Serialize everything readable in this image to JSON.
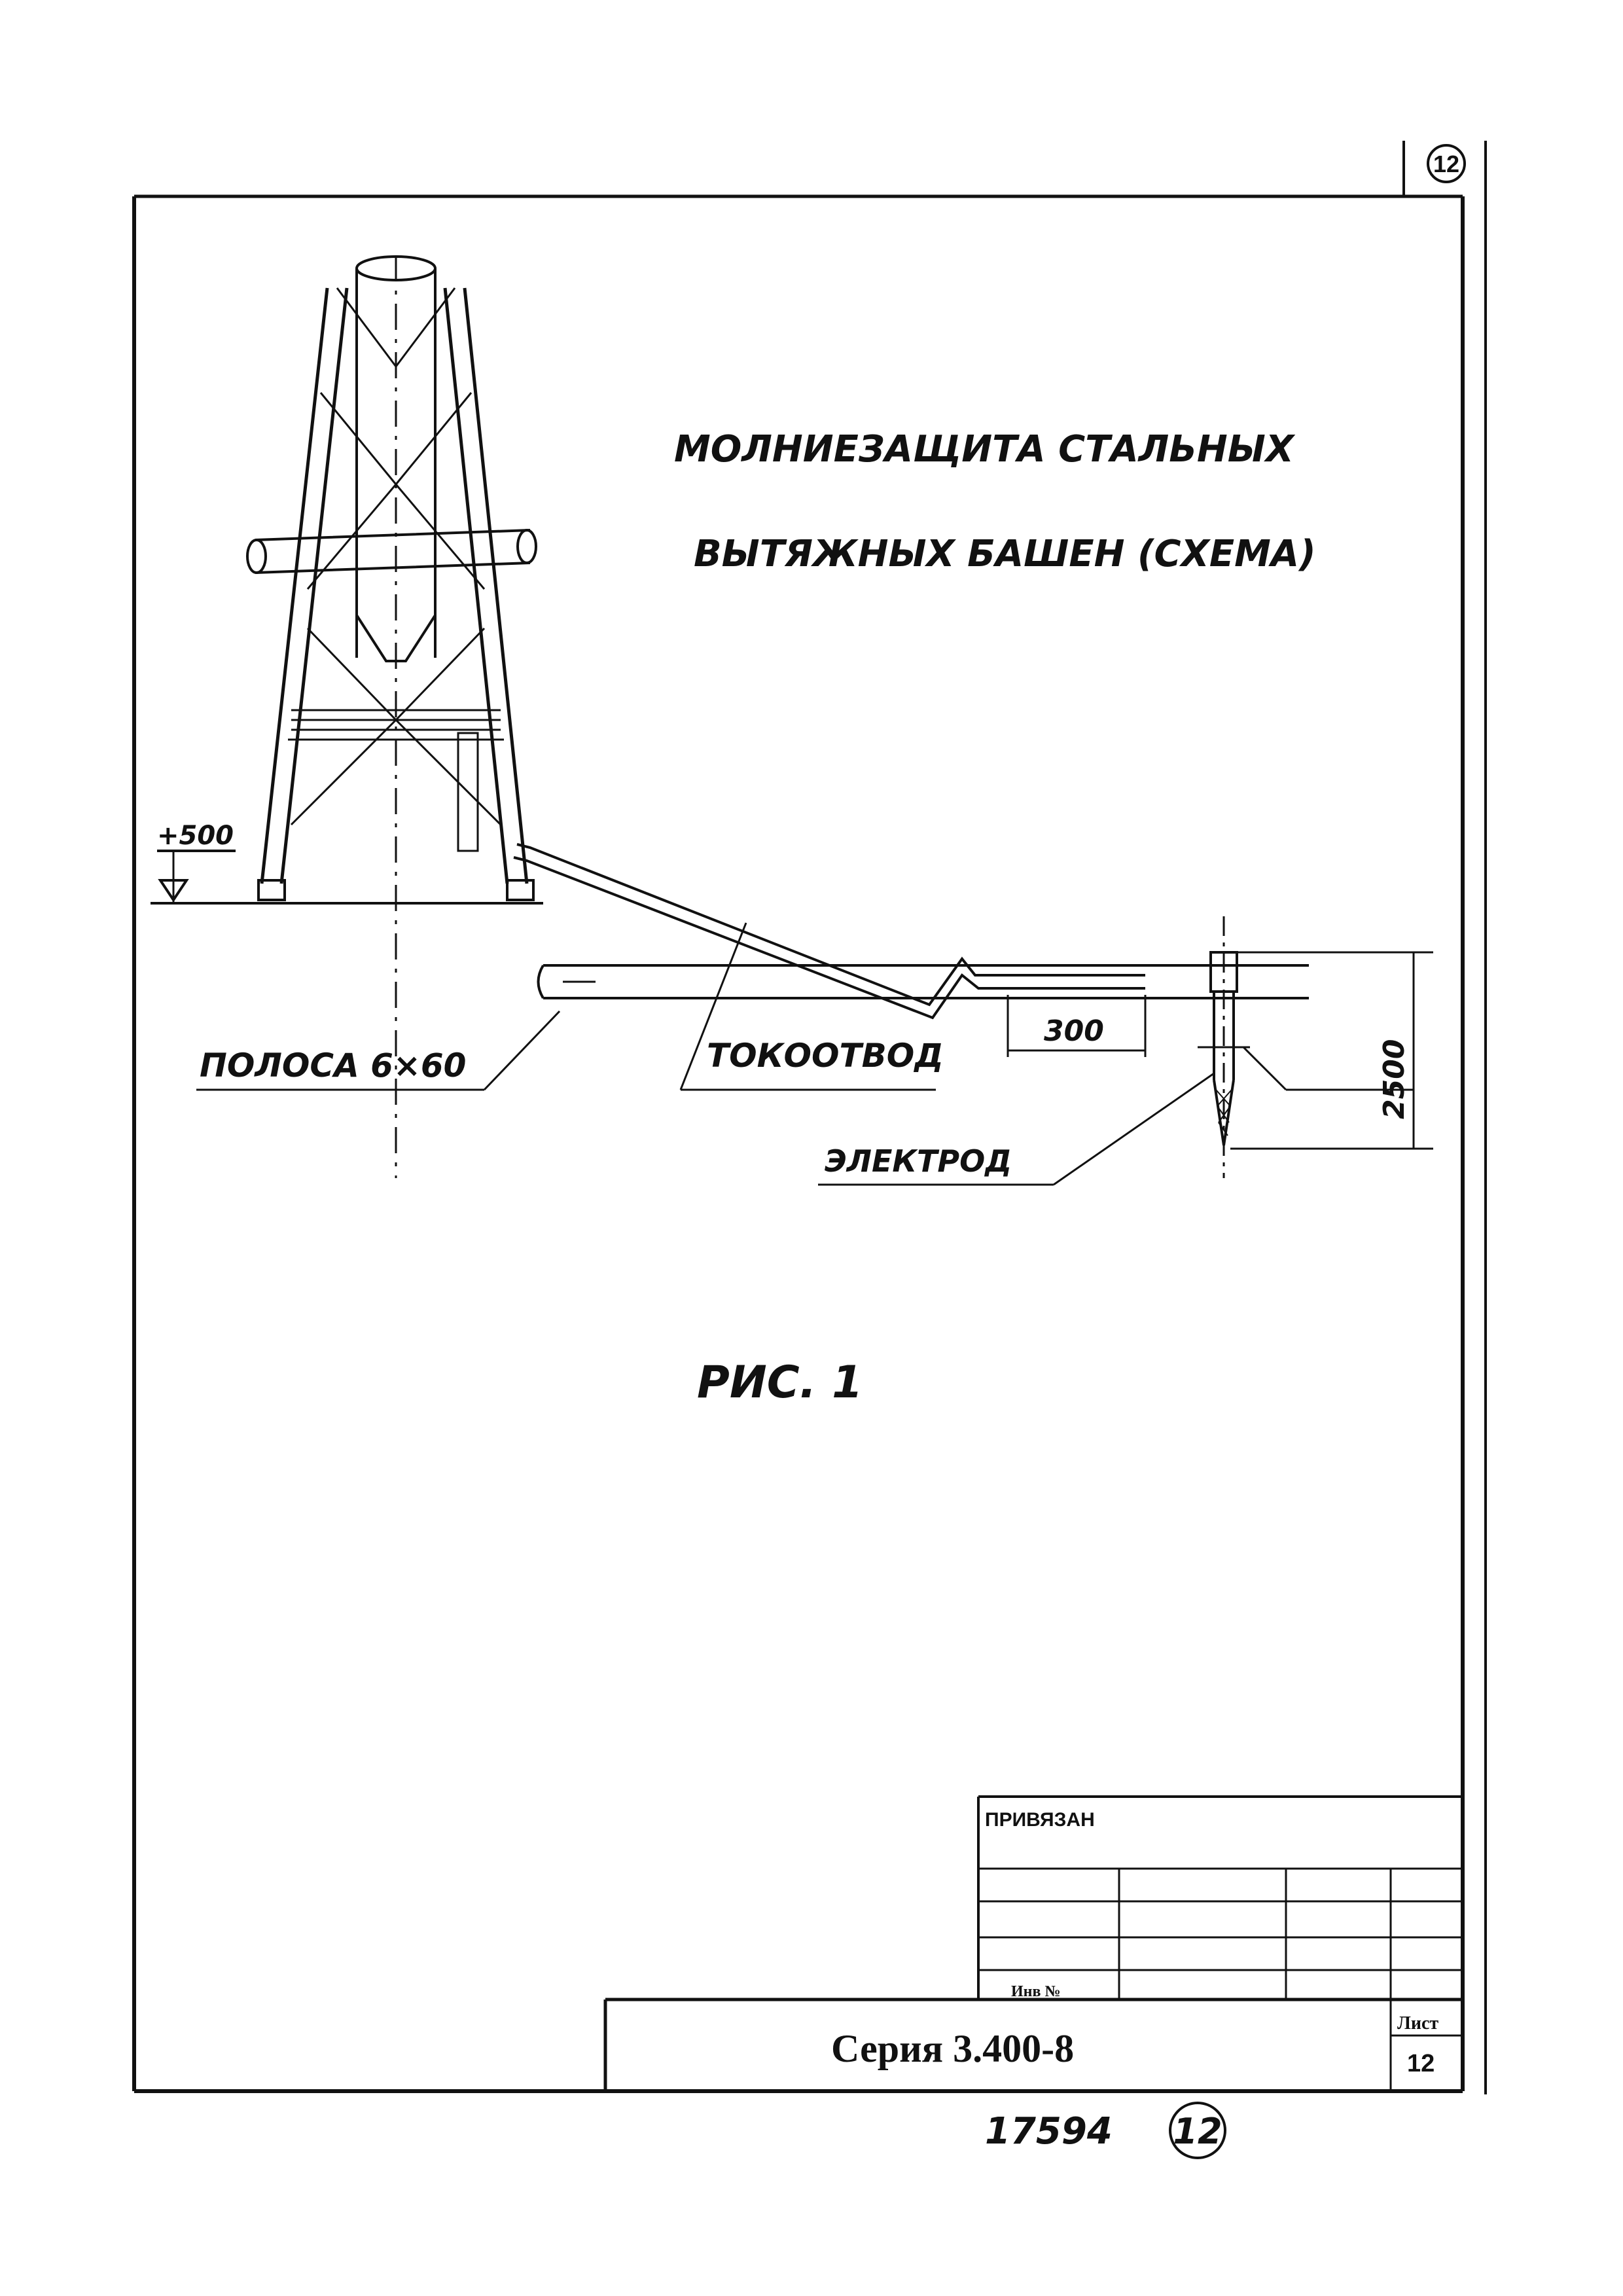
{
  "sheet_badge": "12",
  "title": {
    "line1": "МОЛНИЕЗАЩИТА СТАЛЬНЫХ",
    "line2": "ВЫТЯЖНЫХ БАШЕН (СХЕМА)"
  },
  "labels": {
    "elevation": "+500",
    "strip": "ПОЛОСА 6×60",
    "down_conductor": "ТОКООТВОД",
    "electrode": "ЭЛЕКТРОД",
    "dim_300": "300",
    "dim_2500": "2500",
    "figure": "РИС. 1"
  },
  "title_block": {
    "bound": "ПРИВЯЗАН",
    "inv_no": "Инв №",
    "series": "Серия 3.400-8",
    "sheet_label": "Лист",
    "sheet_number": "12"
  },
  "footer": {
    "inventory_number": "17594",
    "page_circle": "12"
  }
}
